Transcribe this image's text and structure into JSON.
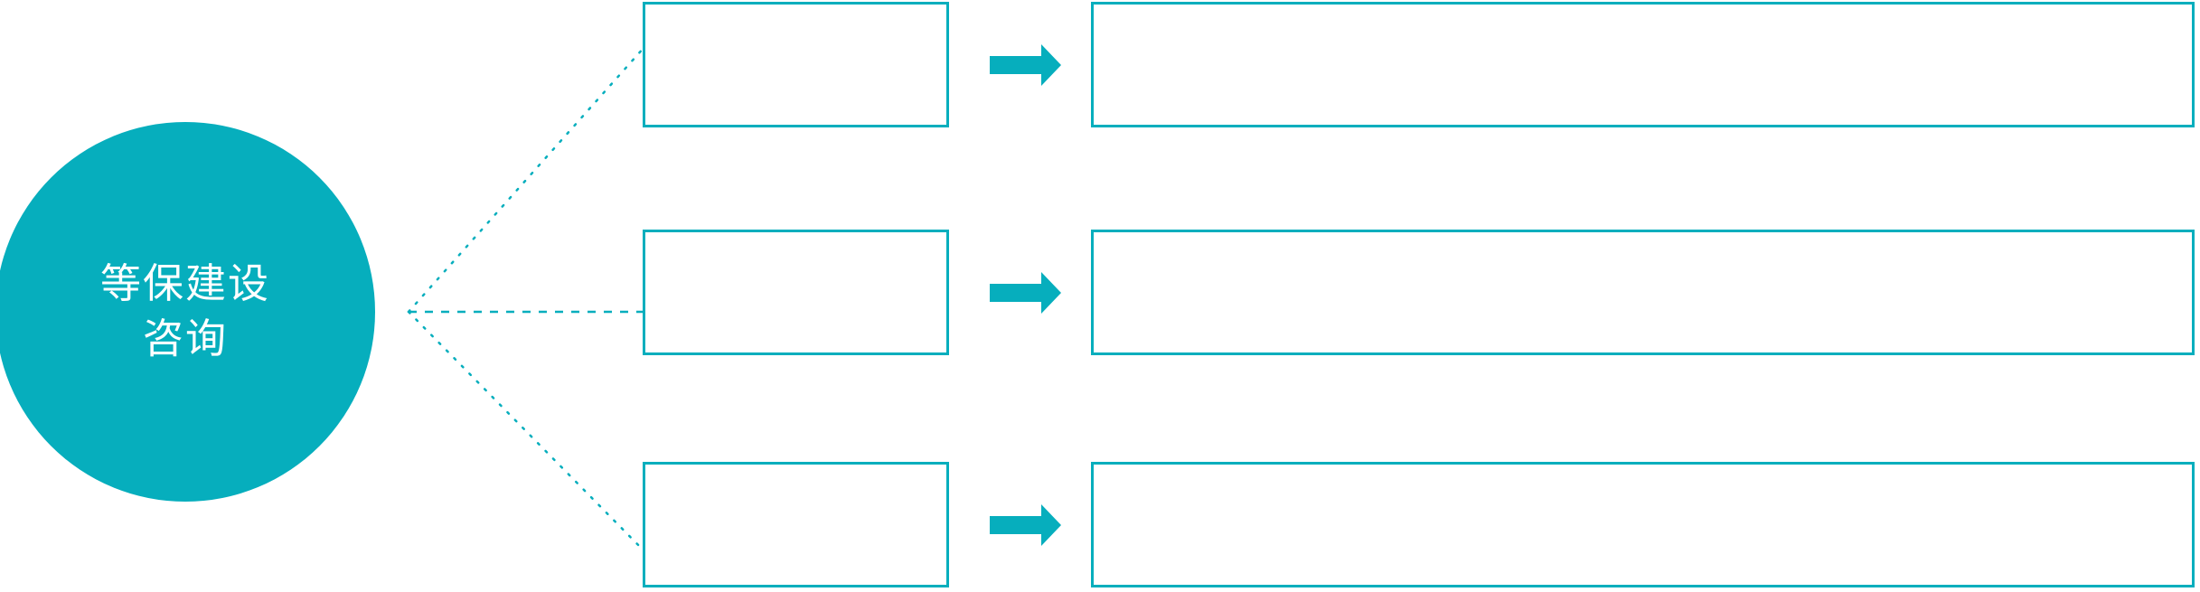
{
  "diagram": {
    "type": "hub-and-spoke-flow",
    "background_color": "#ffffff",
    "accent_color": "#06AEBD",
    "hub": {
      "shape": "circle",
      "fill": "#06AEBD",
      "text_color": "#ffffff",
      "label_line1": "等保建设",
      "label_line2": "咨询"
    },
    "connector": {
      "style": "dotted",
      "color": "#06AEBD",
      "branch_count": 3
    },
    "arrow": {
      "name": "right-arrow",
      "color": "#06AEBD",
      "direction": "right"
    },
    "rows": [
      {
        "stage_label": "",
        "detail_label": ""
      },
      {
        "stage_label": "",
        "detail_label": ""
      },
      {
        "stage_label": "",
        "detail_label": ""
      }
    ]
  }
}
